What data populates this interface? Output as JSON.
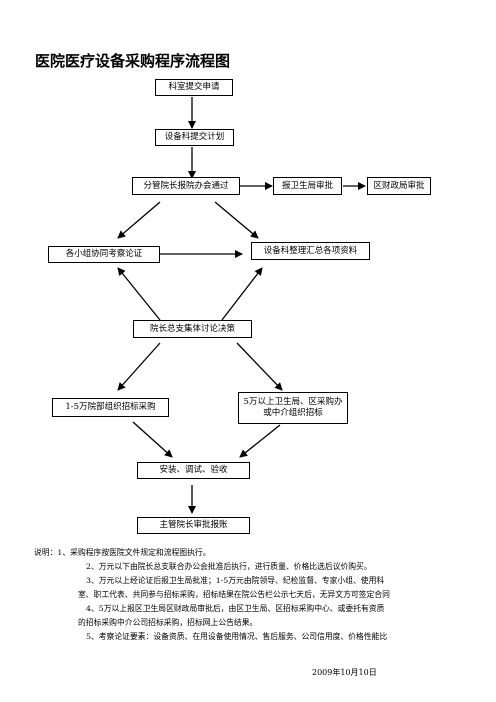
{
  "title": "医院医疗设备采购程序流程图",
  "nodes": {
    "n1": "科室提交申请",
    "n2": "设备科提交计划",
    "n3": "分管院长报院办会通过",
    "n4": "报卫生局审批",
    "n5": "区财政局审批",
    "n6": "各小组协同考察论证",
    "n7": "设备科整理汇总各项资料",
    "n8": "院长总支集体讨论决策",
    "n9": "1-5万院部组织招标采购",
    "n10": "5万以上卫生局、区采购办或中介组织招标",
    "n11": "安装、调试、验收",
    "n12": "主管院长审批报账"
  },
  "notes": {
    "line1": "说明：1、采购程序按医院文件规定和流程图执行。",
    "line2": "2、万元以下由院长总支联合办公会批准后执行，进行质量、价格比选后议价购买。",
    "line3a": "3、万元以上经论证后报卫生局批准；1-5万元由院领导、纪检监督、专家小组、使用科",
    "line3b": "室、职工代表、共同参与招标采购，招标结果在院公告栏公示七天后，无异文方可签定合同",
    "line4a": "4、5万以上报区卫生局区财政局审批后，由区卫生局、区招标采购中心、或委托有资质",
    "line4b": "的招标采购中介公司招标采购，招标网上公告结果。",
    "line5": "5、考察论证要素：设备资质、在用设备使用情况、售后服务、公司信用度、价格性能比"
  },
  "date": "2009年10月10日"
}
